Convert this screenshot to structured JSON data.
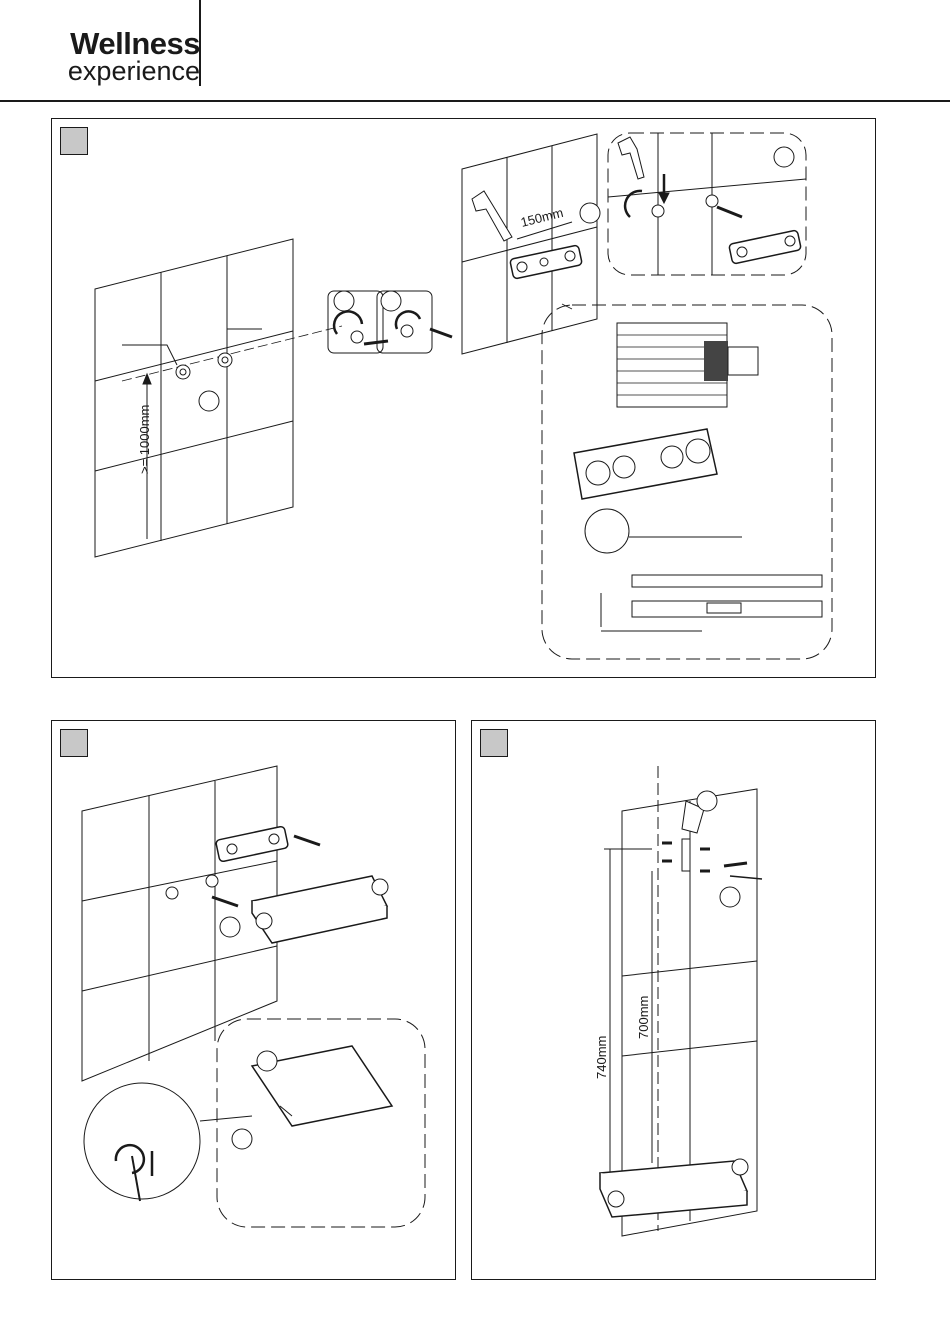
{
  "header": {
    "brand_line1": "Wellness",
    "brand_line2": "experience"
  },
  "panel_a": {
    "dimension_height": ">= 1000mm",
    "dimension_spacing": "150mm"
  },
  "panel_c": {
    "dimension_740": "740mm",
    "dimension_700": "700mm"
  }
}
